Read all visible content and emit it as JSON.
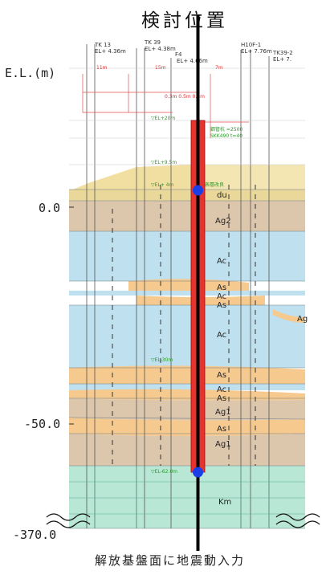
{
  "title": "検討位置",
  "elevation_axis": {
    "unit_label": "E.L.(m)",
    "ticks": [
      "0.0",
      "-50.0",
      "-370.0"
    ]
  },
  "bottom_note": "解放基盤面に地震動入力",
  "layer_labels": [
    "du",
    "Ag2",
    "Ac",
    "As",
    "Ac",
    "As",
    "Ac",
    "As",
    "Ac",
    "As",
    "Ag1",
    "As",
    "Ag1",
    "Km",
    "Ag"
  ],
  "boreholes": [
    "TK 13",
    "TK 39",
    "F4",
    "H10F-1",
    "TK39-2"
  ],
  "borehole_elevations": [
    "EL+ 4.36m",
    "EL+ 4.38m",
    "EL+ 4.66m",
    "EL+ 7.76m",
    "EL+ 7."
  ],
  "annotations": {
    "pile_spec_1": "鋼管杭 =2500",
    "pile_spec_2": "SKK490 t=40",
    "boundary_label": "表層改良",
    "el_marks": [
      "▽EL+20m",
      "▽EL+9.5m",
      "▽EL+ 4m",
      "▽EL-30m",
      "▽EL-62.0m"
    ]
  },
  "colors": {
    "pile_red": "#e8322d",
    "marker_blue": "#1a3fe8",
    "clay_blue": "#bfe0ee",
    "sand_orange": "#f6c98f",
    "gravel_tan": "#dcc6ac",
    "bedrock_teal": "#b9e7d6",
    "fill_yellow": "#f1dea1"
  }
}
